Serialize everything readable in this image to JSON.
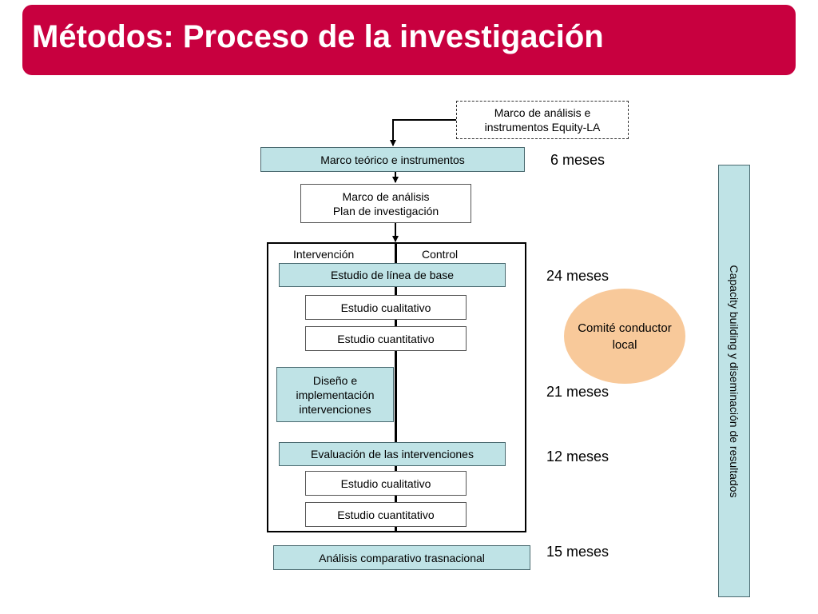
{
  "title": "Métodos: Proceso de la investigación",
  "boxes": {
    "equity": [
      "Marco de análisis e",
      "instrumentos Equity-LA"
    ],
    "marco_teorico": "Marco teórico  e instrumentos",
    "marco_analisis": [
      "Marco de análisis",
      "Plan de investigación"
    ],
    "linea_base": "Estudio de línea de base",
    "cualitativo_1": "Estudio cualitativo",
    "cuantitativo_1": "Estudio cuantitativo",
    "diseno": [
      "Diseño e",
      "implementación",
      "intervenciones"
    ],
    "evaluacion": "Evaluación de las intervenciones",
    "cualitativo_2": "Estudio cualitativo",
    "cuantitativo_2": "Estudio cuantitativo",
    "analisis": "Análisis comparativo trasnacional"
  },
  "labels": {
    "intervencion": "Intervención",
    "control": "Control"
  },
  "durations": [
    "6 meses",
    "24 meses",
    "21 meses",
    "12 meses",
    "15 meses"
  ],
  "comite": [
    "Comité conductor",
    "local"
  ],
  "capacity": "Capacity building y diseminación de resultados",
  "colors": {
    "title_bar": "#c8003f",
    "teal_box": "#bfe3e6",
    "ellipse": "#f8c99a"
  }
}
